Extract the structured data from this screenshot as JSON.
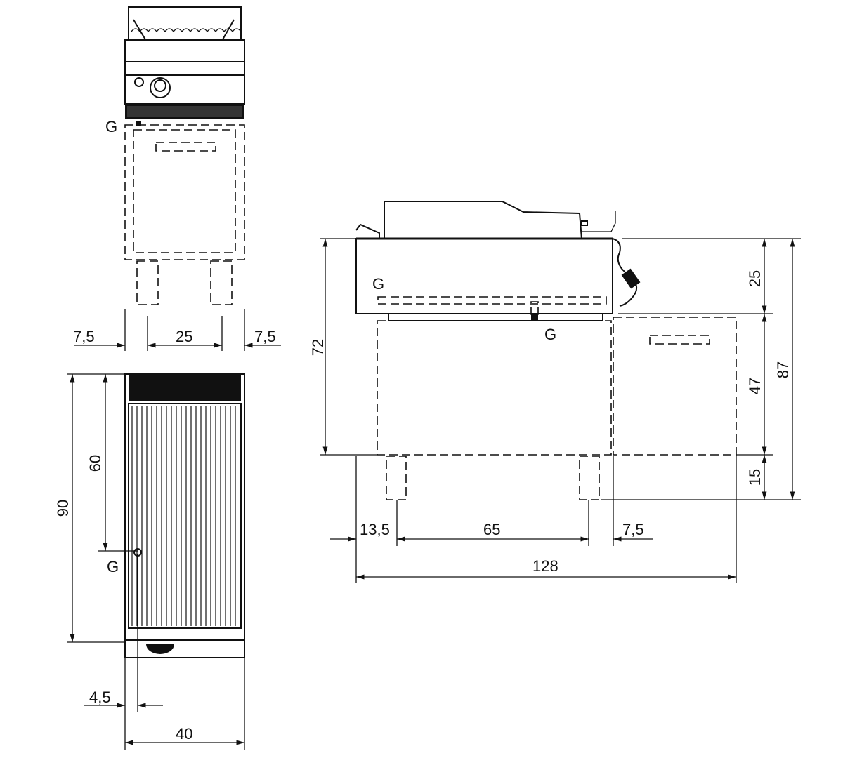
{
  "title": "Lava stone grill technical drawing",
  "connection_label": "G",
  "front_view": {
    "dims": {
      "left_margin": "7,5",
      "leg_spacing": "25",
      "right_margin": "7,5"
    }
  },
  "plan_view": {
    "dims": {
      "depth_total": "90",
      "grill_depth": "60",
      "gas_offset": "4,5",
      "width": "40"
    }
  },
  "side_view": {
    "dims": {
      "body_height": "72",
      "top_height": "25",
      "cabinet_height": "47",
      "leg_height": "15",
      "total_height": "87",
      "front_offset": "13,5",
      "leg_spacing": "65",
      "rear_offset": "7,5",
      "total_depth": "128"
    }
  }
}
